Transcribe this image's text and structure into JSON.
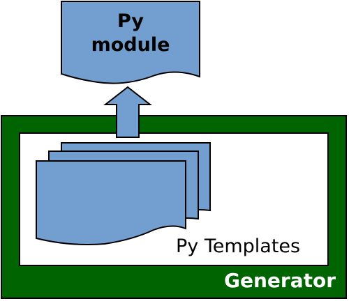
{
  "module": {
    "label_line1": "Py",
    "label_line2": "module"
  },
  "templates": {
    "label": "Py Templates"
  },
  "generator": {
    "label": "Generator"
  },
  "colors": {
    "generator_fill": "#006400",
    "inner_fill": "#ffffff",
    "shape_fill": "#729fcf",
    "stroke": "#000000",
    "generator_text": "#ffffff",
    "text": "#000000"
  }
}
